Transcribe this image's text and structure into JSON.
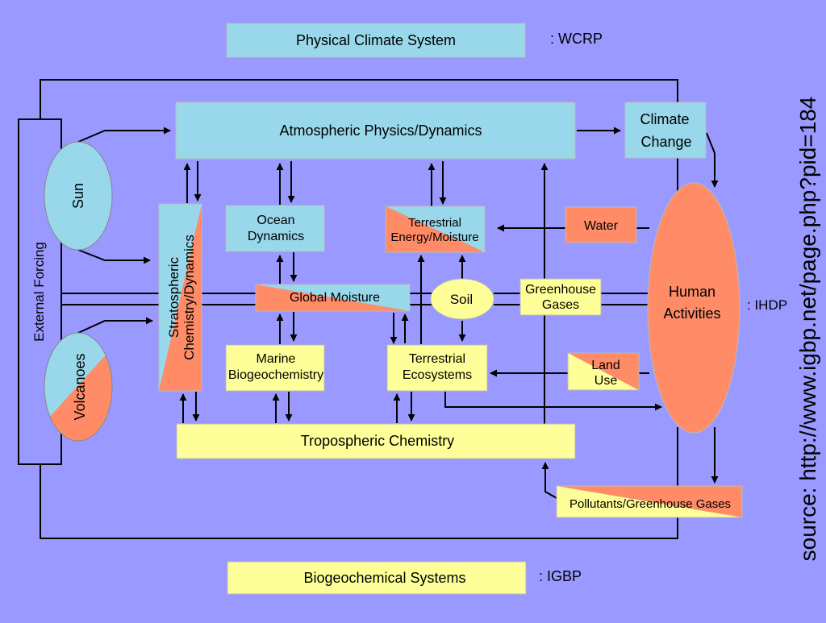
{
  "colors": {
    "background": "#9999ff",
    "physical_box": "#99d8ea",
    "biogeochem_box": "#ffff99",
    "human_box": "#ff8c66",
    "line": "#000000"
  },
  "legend": {
    "physical": {
      "label": "Physical Climate System",
      "program": ": WCRP"
    },
    "biogeochemical": {
      "label": "Biogeochemical Systems",
      "program": ": IGBP"
    },
    "human": {
      "program": ": IHDP"
    }
  },
  "source": "source: http://www.igbp.net/page.php?pid=184",
  "nodes": {
    "external_forcing": "External Forcing",
    "sun": "Sun",
    "volcanoes": "Volcanoes",
    "atmospheric_physics": "Atmospheric Physics/Dynamics",
    "climate_change": [
      "Climate",
      "Change"
    ],
    "stratospheric": [
      "Stratospheric",
      "Chemistry/Dynamics"
    ],
    "ocean_dynamics": [
      "Ocean",
      "Dynamics"
    ],
    "terrestrial_energy": [
      "Terrestrial",
      "Energy/Moisture"
    ],
    "water": "Water",
    "global_moisture": "Global Moisture",
    "soil": "Soil",
    "greenhouse_gases": [
      "Greenhouse",
      "Gases"
    ],
    "human_activities": [
      "Human",
      "Activities"
    ],
    "marine_biogeochemistry": [
      "Marine",
      "Biogeochemistry"
    ],
    "terrestrial_ecosystems": [
      "Terrestrial",
      "Ecosystems"
    ],
    "land_use": [
      "Land",
      "Use"
    ],
    "tropospheric_chemistry": "Tropospheric Chemistry",
    "pollutants": "Pollutants/Greenhouse Gases"
  }
}
